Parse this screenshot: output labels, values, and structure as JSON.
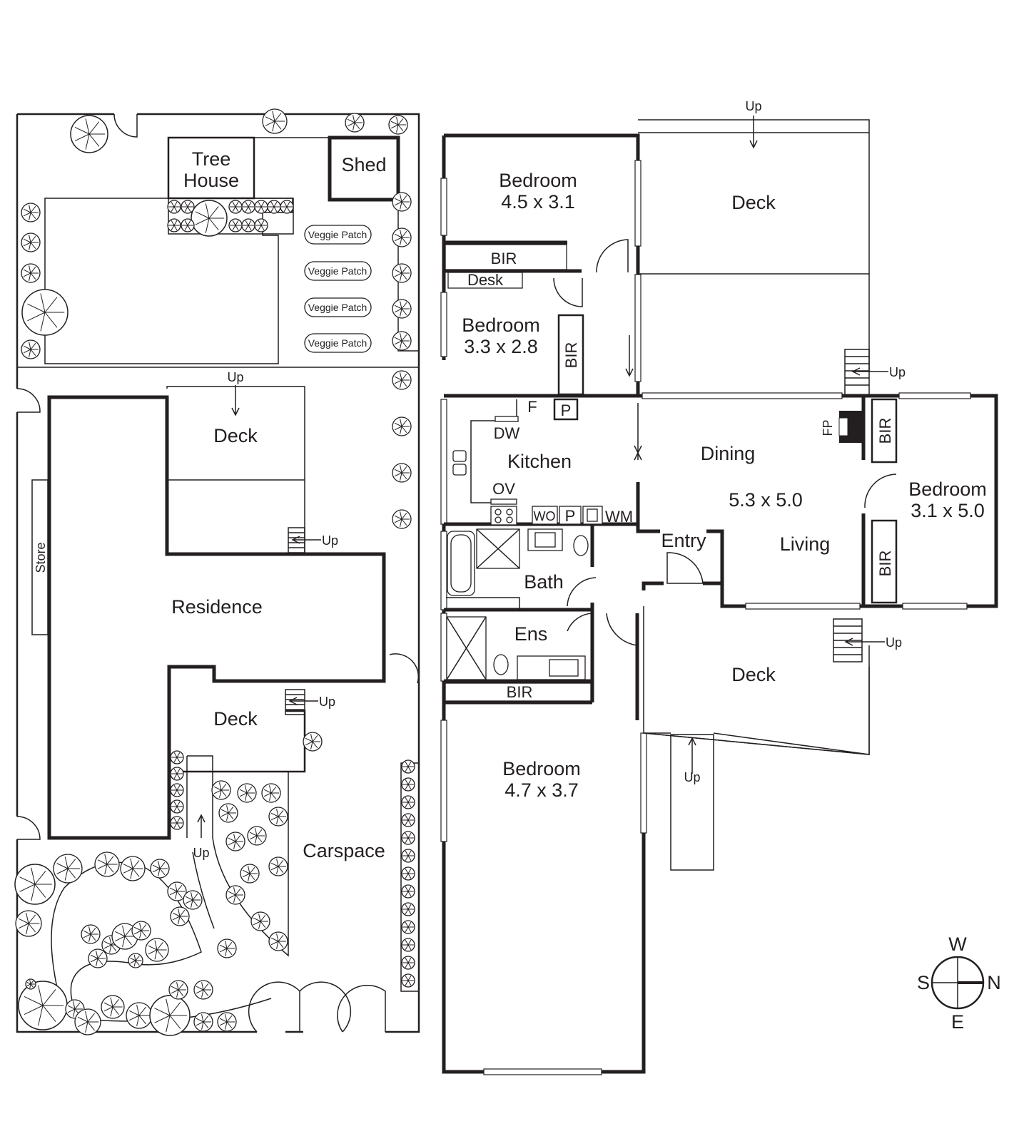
{
  "site_plan": {
    "tree_house": "Tree House",
    "shed": "Shed",
    "veggie_patches": [
      "Veggie Patch",
      "Veggie Patch",
      "Veggie Patch",
      "Veggie Patch"
    ],
    "deck_top": "Deck",
    "deck_top_up": "Up",
    "deck_top_side_up": "Up",
    "store": "Store",
    "residence": "Residence",
    "deck_bottom": "Deck",
    "deck_bottom_up": "Up",
    "path_up": "Up",
    "carspace": "Carspace"
  },
  "floor_plan": {
    "bedroom_1": {
      "name": "Bedroom",
      "size": "4.5 x 3.1"
    },
    "bir_1": "BIR",
    "desk": "Desk",
    "bedroom_2": {
      "name": "Bedroom",
      "size": "3.3 x 2.8"
    },
    "bir_2": "BIR",
    "deck_north": "Deck",
    "deck_north_up": "Up",
    "deck_north_stair_up": "Up",
    "fridge": "F",
    "pantry": "P",
    "dishwasher": "DW",
    "kitchen": "Kitchen",
    "oven": "OV",
    "wall_oven": "WO",
    "pantry_2": "P",
    "washing_machine": "WM",
    "dining": "Dining",
    "living_size": "5.3 x 5.0",
    "living": "Living",
    "fireplace": "FP",
    "bir_3": "BIR",
    "bedroom_3": {
      "name": "Bedroom",
      "size": "3.1 x 5.0"
    },
    "bir_4": "BIR",
    "entry": "Entry",
    "bath": "Bath",
    "ensuite": "Ens",
    "bir_5": "BIR",
    "bedroom_4": {
      "name": "Bedroom",
      "size": "4.7 x 3.7"
    },
    "deck_south": "Deck",
    "deck_south_up": "Up",
    "ramp_up": "Up"
  },
  "compass": {
    "north": "N",
    "south": "S",
    "east": "E",
    "west": "W"
  }
}
